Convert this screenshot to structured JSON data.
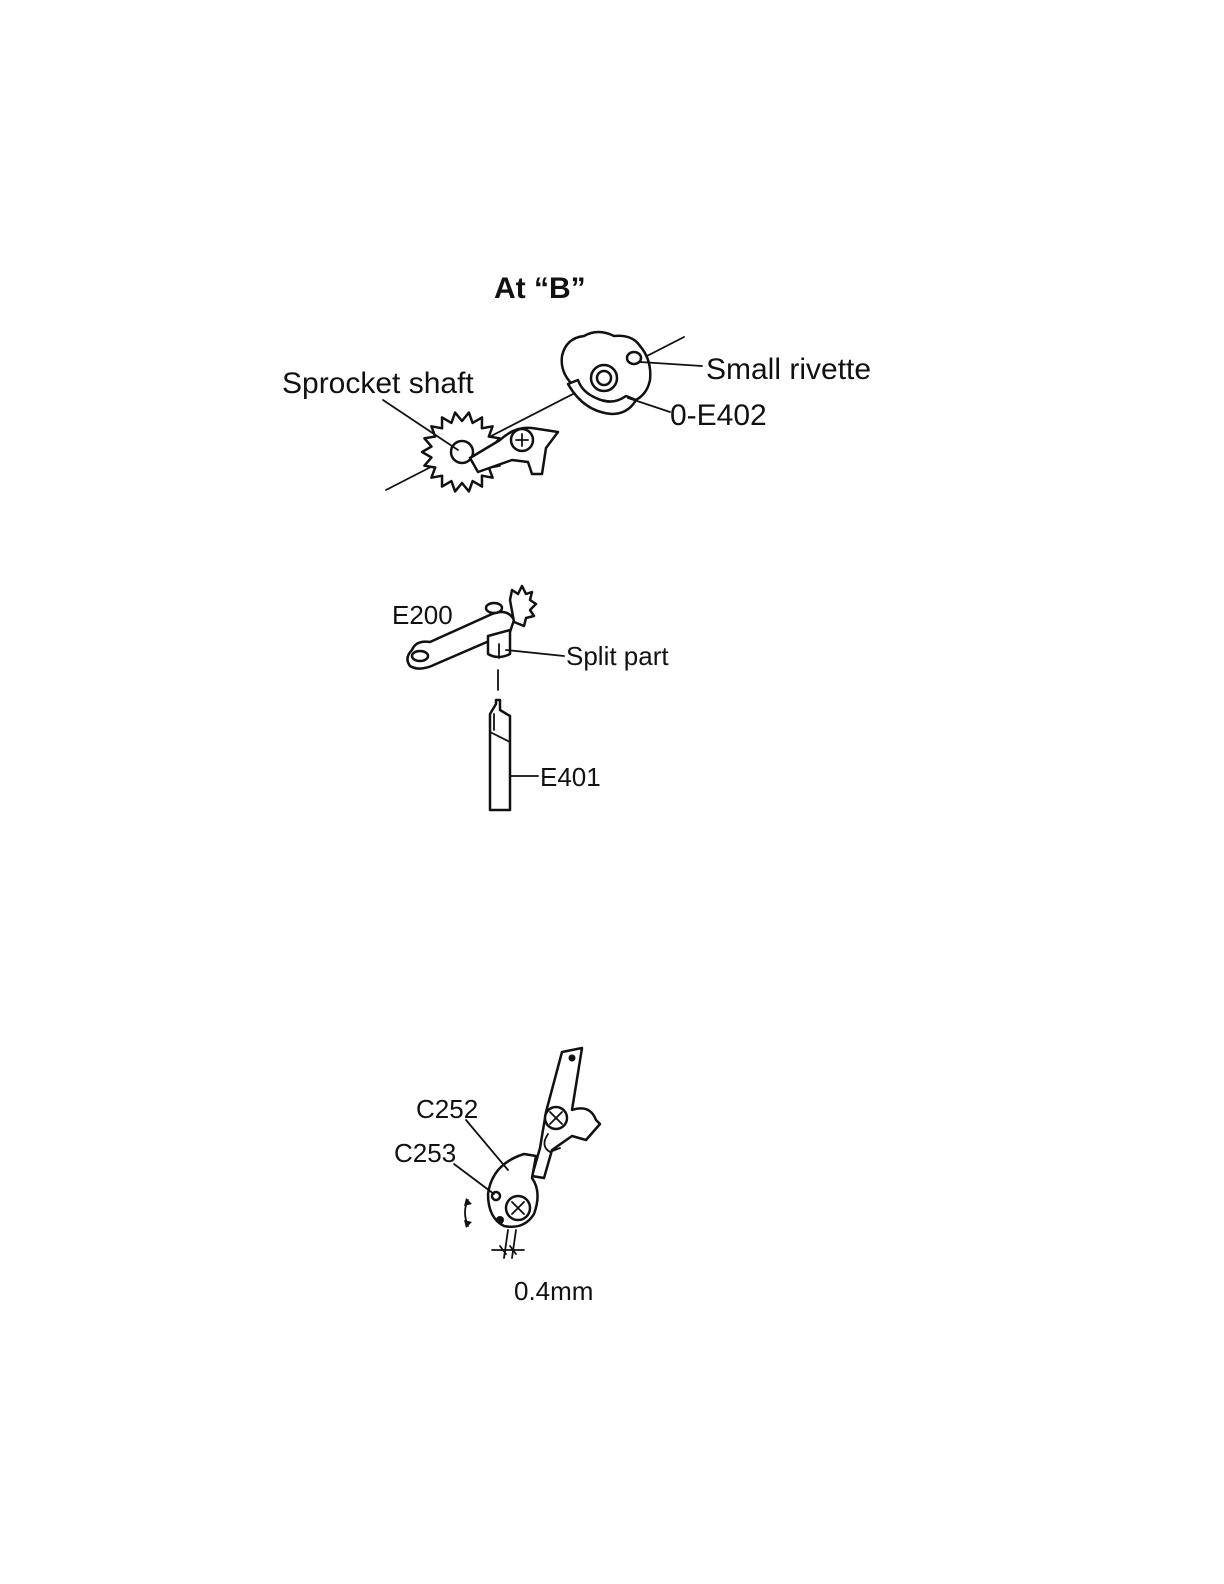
{
  "figure1": {
    "title": "At “B”",
    "labels": {
      "sprocket_shaft": "Sprocket shaft",
      "small_rivette": "Small rivette",
      "part_0e402": "0-E402"
    }
  },
  "figure2": {
    "labels": {
      "e200": "E200",
      "split_part": "Split part",
      "e401": "E401"
    }
  },
  "figure3": {
    "labels": {
      "c252": "C252",
      "c253": "C253",
      "gap": "0.4mm"
    }
  },
  "colors": {
    "ink": "#111111",
    "paper": "#ffffff"
  }
}
